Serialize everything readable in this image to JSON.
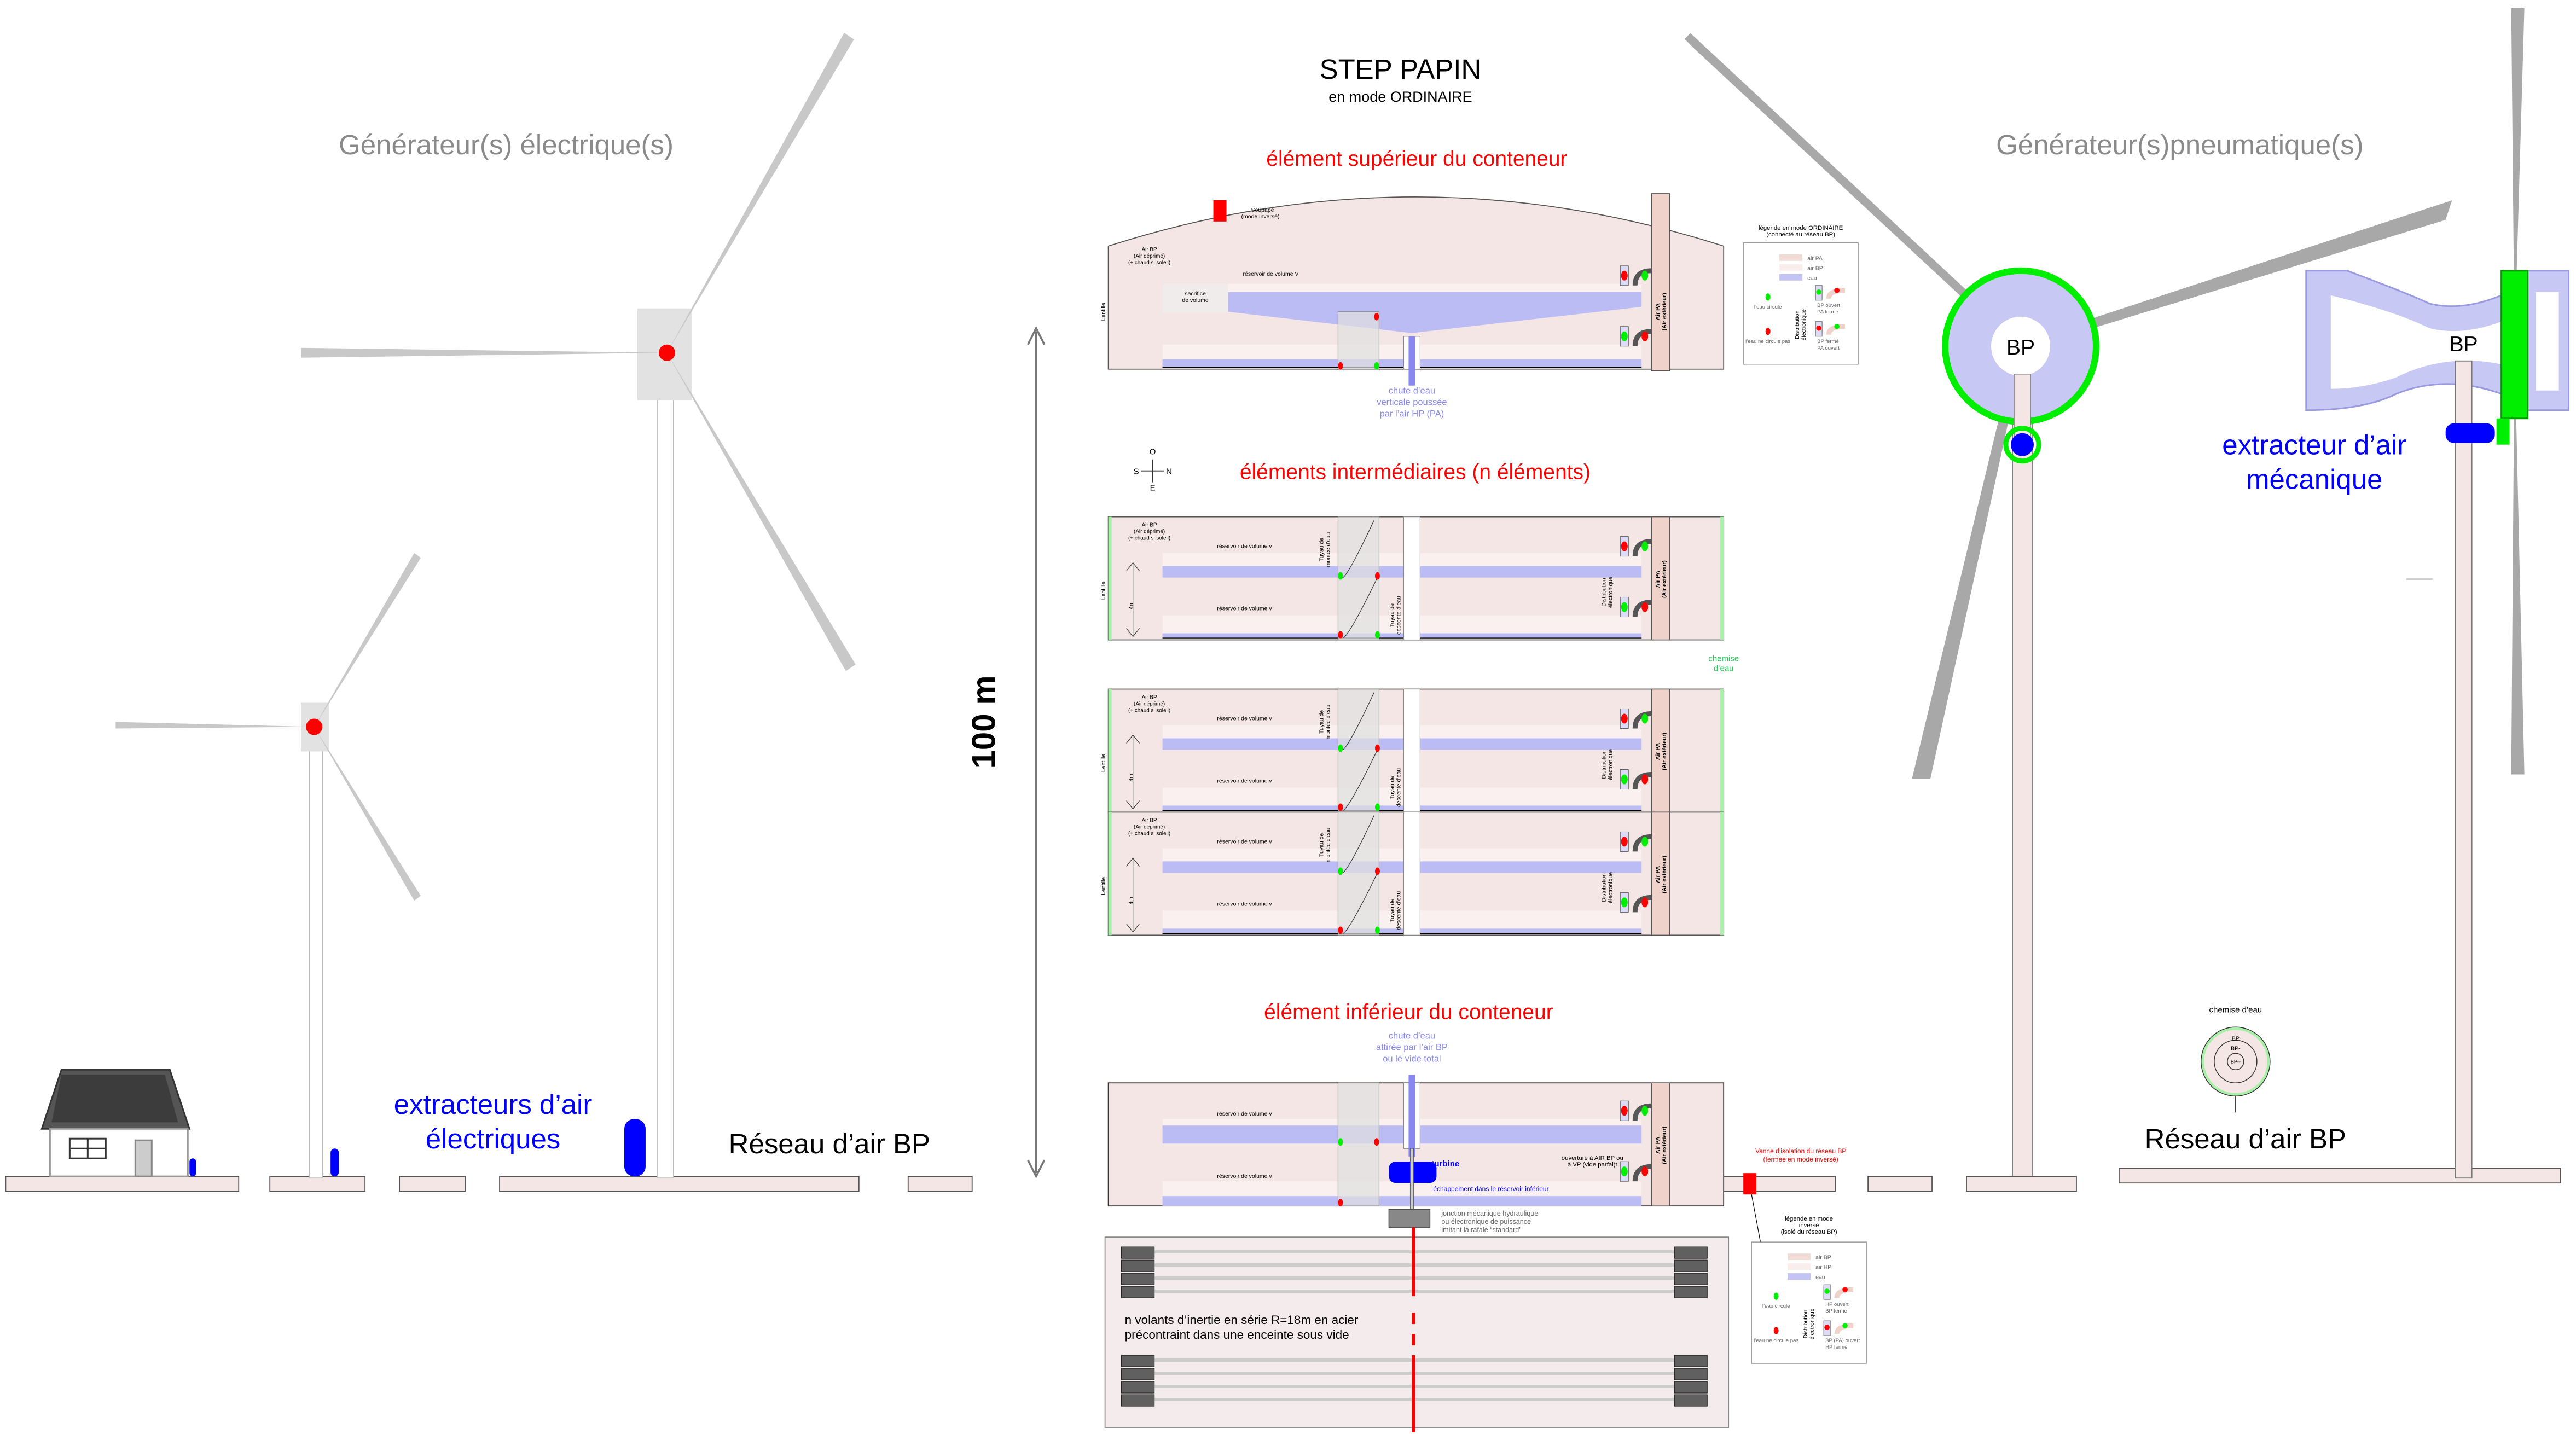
{
  "title": "STEP PAPIN",
  "subtitle": "en mode ORDINAIRE",
  "left_heading": "Générateur(s) électrique(s)",
  "right_heading": "Générateur(s)pneumatique(s)",
  "height_label": "100 m",
  "compass": {
    "top": "O",
    "left": "S",
    "right": "N",
    "bottom": "E"
  },
  "sections": {
    "top": "élément supérieur du conteneur",
    "middle": "éléments intermédiaires (n éléments)",
    "bottom": "élément inférieur du conteneur"
  },
  "top_element": {
    "valve": "Soupape",
    "valve_mode": "(mode inversé)",
    "air_bp": [
      "Air BP",
      "(Air déprimé)",
      "(+ chaud si soleil)"
    ],
    "reservoir": "réservoir de volume V",
    "sacrifice": [
      "sacrifice",
      "de volume"
    ],
    "lens": "Lentille",
    "air_pa": [
      "Air PA",
      "(Air extérieur)"
    ],
    "fall": [
      "chute d’eau",
      "verticale poussée",
      "par l’air HP (PA)"
    ]
  },
  "mid_element": {
    "air_bp": [
      "Air BP",
      "(Air déprimé)",
      "(+ chaud si soleil)"
    ],
    "reservoir": "réservoir de volume v",
    "lens": "Lentille",
    "height": "4m",
    "riser_pipe": [
      "Tuyau de",
      "montée d’eau"
    ],
    "down_pipe": [
      "Tuyau de",
      "descente d’eau"
    ],
    "distribution": [
      "Distribution",
      "électronique"
    ],
    "air_pa": [
      "Air PA",
      "(Air extérieur)"
    ]
  },
  "water_jacket_label": [
    "chemise",
    "d’eau"
  ],
  "bottom_element": {
    "fall": [
      "chute d’eau",
      "attirée par l’air BP",
      "ou le vide total"
    ],
    "reservoir": "réservoir de volume v",
    "turbine": "turbine",
    "exhaust": "échappement dans le réservoir inférieur",
    "opening": [
      "ouverture à AIR BP ou",
      "à VP (vide parfai)t"
    ],
    "junction": [
      "jonction mécanique hydraulique",
      "ou électronique de puissance",
      "imitant la rafale “standard”"
    ],
    "air_pa": [
      "Air PA",
      "(Air extérieur)"
    ]
  },
  "flywheels": [
    "n volants d’inertie en série R=18m en acier",
    "précontraint dans une enceinte sous vide"
  ],
  "legend_ordinary": {
    "title": [
      "légende en mode ORDINAIRE",
      "(connecté  au réseau BP)"
    ],
    "swatches": [
      {
        "label": "air PA",
        "color": "#f1dcd6"
      },
      {
        "label": "air BP",
        "color": "#f9eeec"
      },
      {
        "label": "eau",
        "color": "#c4c4f4"
      }
    ],
    "flows": [
      "l’eau circule",
      "l’eau ne circule pas"
    ],
    "distribution": [
      "Distribution",
      "électronique"
    ],
    "states": [
      [
        "BP ouvert",
        "PA fermé"
      ],
      [
        "BP fermé",
        "PA ouvert"
      ]
    ]
  },
  "isolation_valve": [
    "Vanne d’isolation du réseau BP",
    "(fermée en mode inversé)"
  ],
  "legend_inverse": {
    "title": [
      "légende en mode",
      "inversé",
      "(isolé du réseau BP)"
    ],
    "swatches": [
      {
        "label": "air BP",
        "color": "#f1dcd6"
      },
      {
        "label": "air HP",
        "color": "#f9eeec"
      },
      {
        "label": "eau",
        "color": "#c4c4f4"
      }
    ],
    "flows": [
      "l’eau circule",
      "l’eau ne circule pas"
    ],
    "distribution": [
      "Distribution",
      "électronique"
    ],
    "states": [
      [
        "HP ouvert",
        "BP fermé"
      ],
      [
        "BP (PA) ouvert",
        "HP fermé"
      ]
    ]
  },
  "electric_extractors": [
    "extracteurs d’air",
    "électriques"
  ],
  "network_left": "Réseau d’air BP",
  "network_right": "Réseau d’air BP",
  "pneumatic_hub": "BP",
  "mechanical_hub": "BP",
  "mechanical_extractor": [
    "extracteur d’air",
    "mécanique"
  ],
  "jacket_section": {
    "title": "chemise d’eau",
    "rings": [
      "BP",
      "BP-",
      "BP--"
    ]
  },
  "colors": {
    "red": "#ff0000",
    "blue": "#0000ff",
    "green": "#00ee00",
    "water": "#bcbcf4",
    "air": "#f4e6e4",
    "pa": "#efd2ca"
  }
}
